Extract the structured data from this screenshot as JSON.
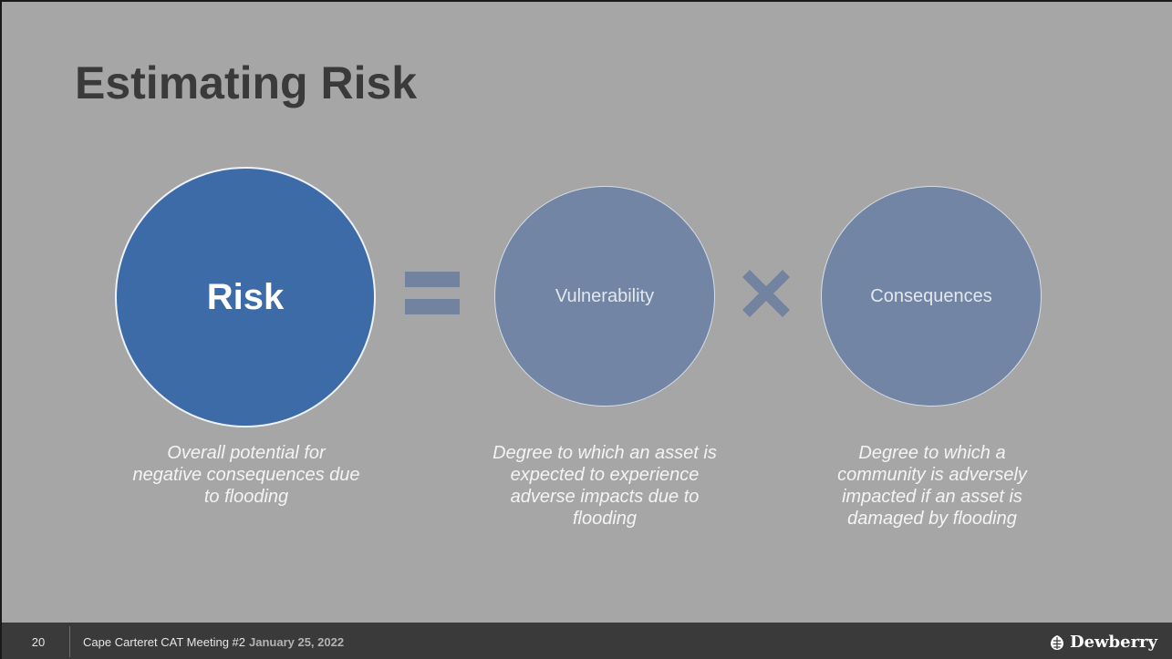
{
  "slide": {
    "title": "Estimating Risk"
  },
  "equation": {
    "risk_label": "Risk",
    "vulnerability_label": "Vulnerability",
    "consequences_label": "Consequences",
    "equals_icon": "equals-icon",
    "times_icon": "multiply-icon"
  },
  "descriptions": {
    "risk": "Overall potential for negative consequences due to flooding",
    "vulnerability": "Degree to which an asset is expected to experience adverse impacts due to flooding",
    "consequences": "Degree to which a community is adversely impacted if an asset is damaged by flooding"
  },
  "footer": {
    "page_number": "20",
    "meeting": "Cape Carteret CAT Meeting #2",
    "date": "January 25, 2022",
    "logo_text": "Dewberry",
    "logo_icon": "dewberry-leaf-icon"
  },
  "colors": {
    "background": "#a6a6a6",
    "risk_circle": "#3c6ba8",
    "factor_circle": "#7285a5",
    "operator": "#72839f",
    "footer": "#3a3a3a"
  }
}
